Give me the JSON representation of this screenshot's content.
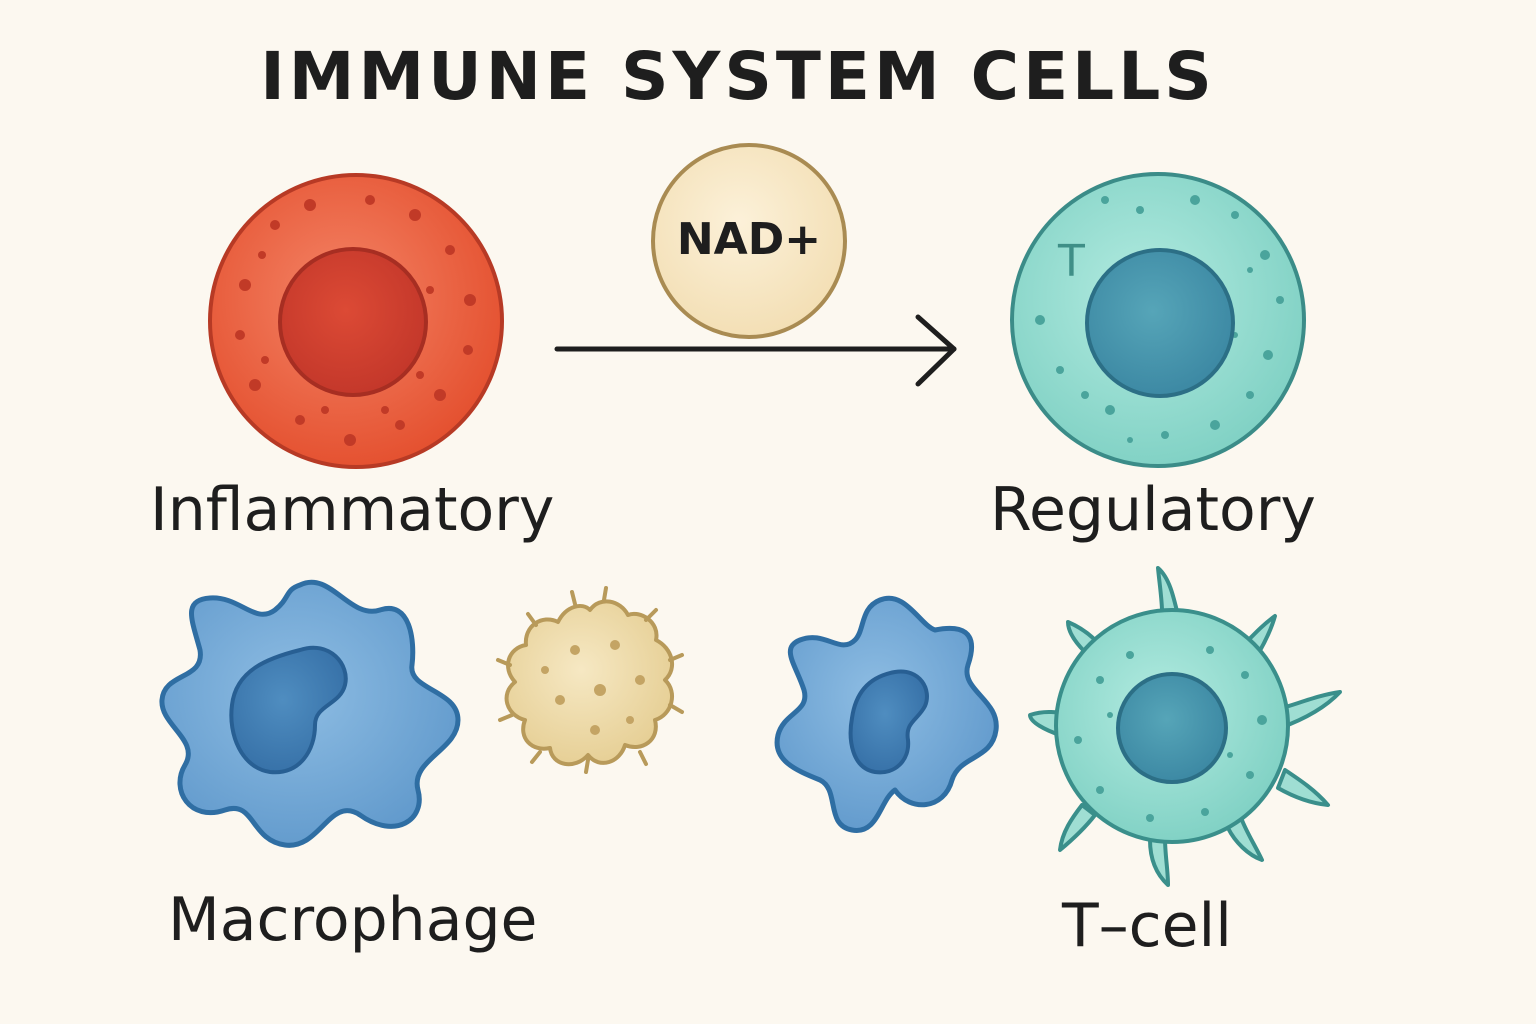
{
  "title": "IMMUNE SYSTEM CELLS",
  "mediator": {
    "label": "NAD+"
  },
  "cells": {
    "inflammatory": {
      "label": "Inflammatory"
    },
    "regulatory": {
      "label": "Regulatory",
      "marker": "T"
    },
    "macrophage": {
      "label": "Macrophage"
    },
    "tcell": {
      "label": "T–cell"
    }
  },
  "colors": {
    "background": "#fcf8f0",
    "inflammatory": "#e9553c",
    "regulatory": "#8fd8cc",
    "macrophage": "#6ea6d6",
    "particle": "#ecd9a6",
    "nad": "#f7e7c4",
    "ink": "#1e1e1e"
  }
}
